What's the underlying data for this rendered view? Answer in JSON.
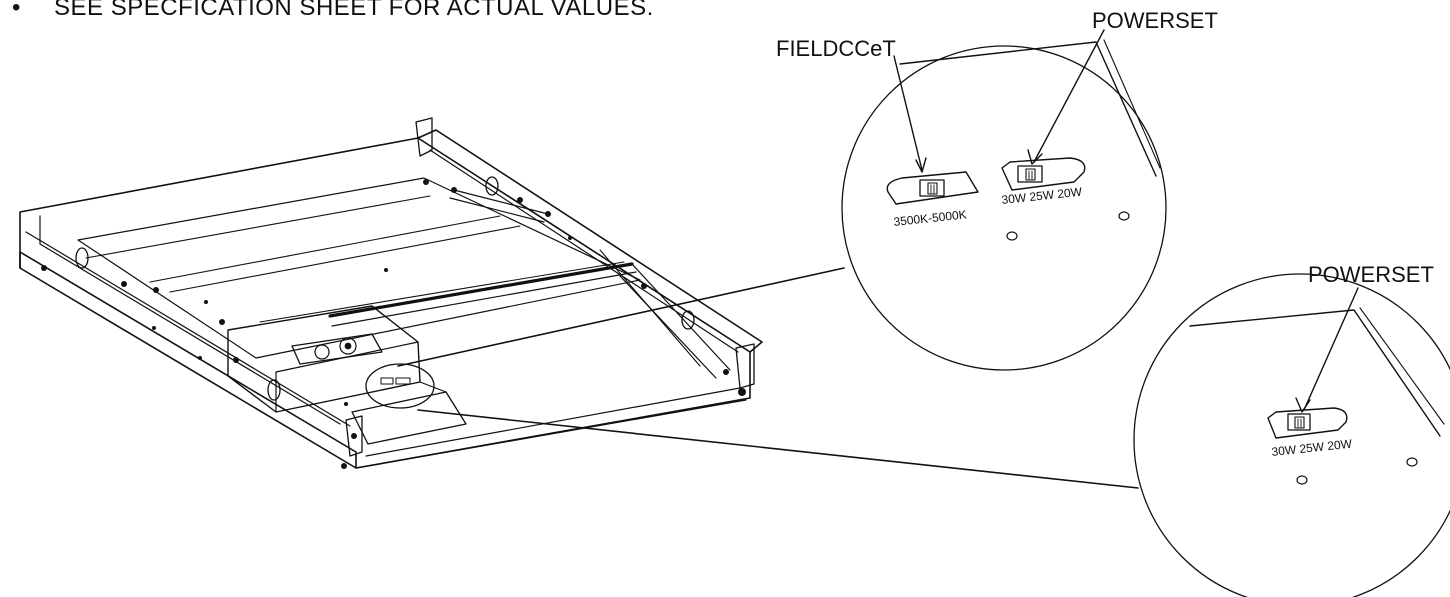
{
  "note": {
    "bullet": "•",
    "text": "SEE SPECFICATION SHEET FOR ACTUAL VALUES."
  },
  "callouts": {
    "fieldcct": "FIELDCCeT",
    "powerset_top": "POWERSET",
    "powerset_bottom": "POWERSET"
  },
  "detail_top": {
    "cct_range": "3500K-5000K",
    "watt_options": "30W 25W 20W"
  },
  "detail_bottom": {
    "watt_options": "30W 25W 20W"
  }
}
